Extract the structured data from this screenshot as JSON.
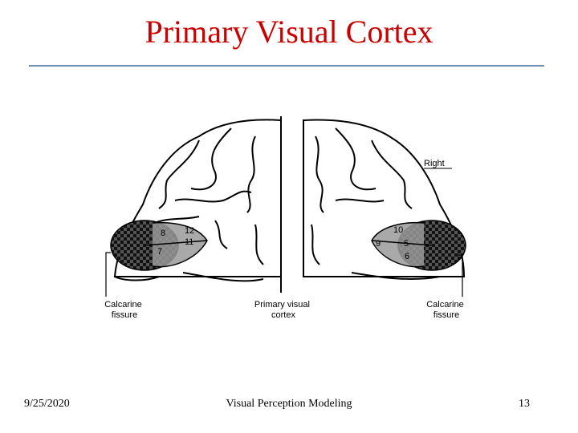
{
  "slide": {
    "title": "Primary Visual Cortex",
    "date": "9/25/2020",
    "footer_text": "Visual Perception Modeling",
    "page_number": "13"
  },
  "figure": {
    "label_right": "Right",
    "label_calcarine_left": [
      "Calcarine",
      "fissure"
    ],
    "label_primary": [
      "Primary visual",
      "cortex"
    ],
    "label_calcarine_right": [
      "Calcarine",
      "fissure"
    ],
    "left_numbers": [
      "8",
      "12",
      "7",
      "11"
    ],
    "right_numbers": [
      "10",
      "9",
      "5",
      "6"
    ]
  }
}
